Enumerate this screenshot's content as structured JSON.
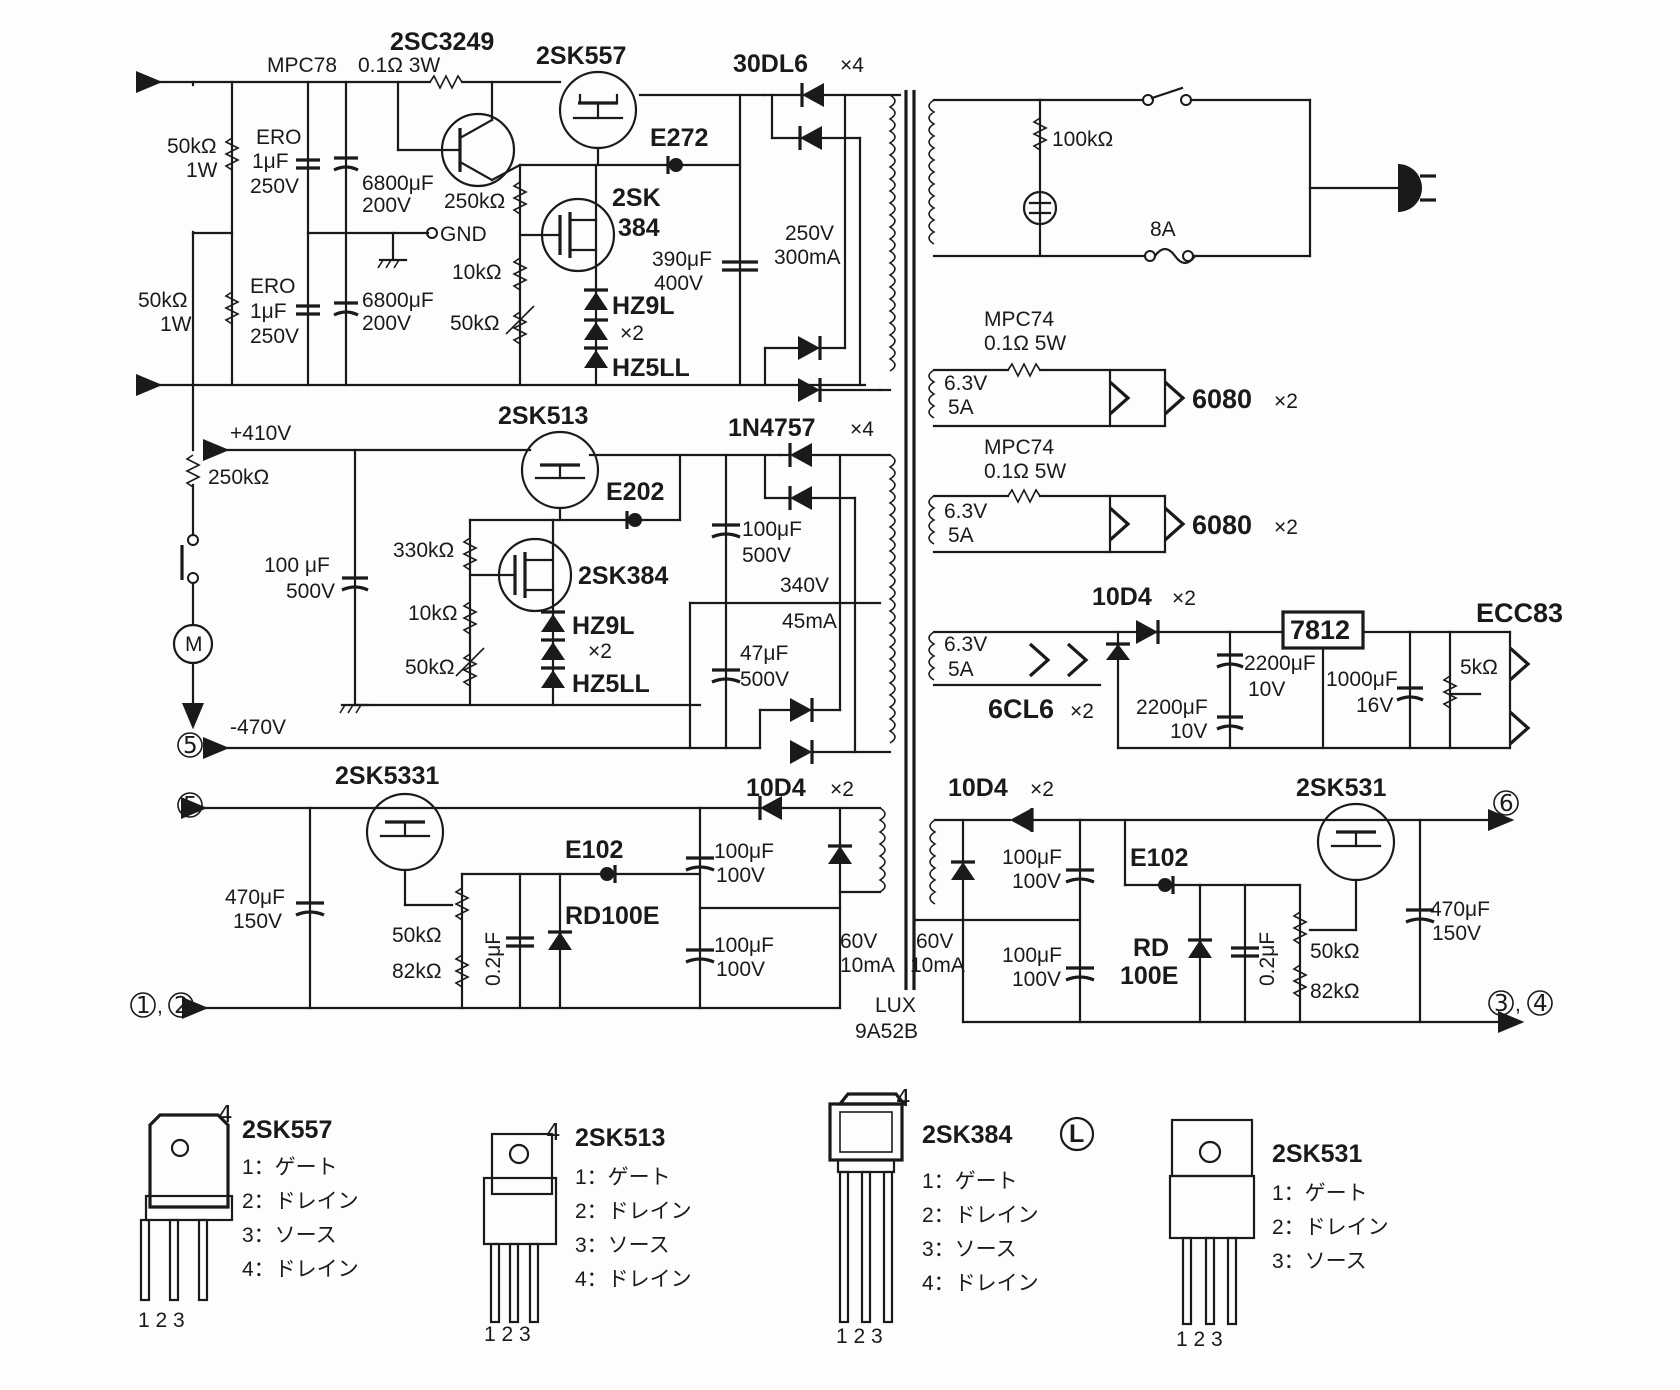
{
  "top_supply": {
    "regulator_label": "MPC78",
    "r_sense": "0.1Ω 3W",
    "q1": "2SC3249",
    "q2": "2SK557",
    "rect": "30DL6",
    "rect_count": "×4",
    "e": "E272",
    "q3_a": "2SK",
    "q3_b": "384",
    "r1": "50kΩ",
    "r1w": "1W",
    "ero1": "ERO",
    "c1": "1μF",
    "c1v": "250V",
    "c2": "6800μF",
    "c2v": "200V",
    "gnd": "GND",
    "r2": "50kΩ",
    "r2w": "1W",
    "ero2": "ERO",
    "c3": "1μF",
    "c3v": "250V",
    "c4": "6800μF",
    "c4v": "200V",
    "r250": "250kΩ",
    "r10": "10kΩ",
    "vr50": "50kΩ",
    "z1": "HZ9L",
    "zx2": "×2",
    "z2": "HZ5LL",
    "c5": "390μF",
    "c5v": "400V",
    "sec_v": "250V",
    "sec_a": "300mA"
  },
  "mains": {
    "r": "100kΩ",
    "fuse": "8A"
  },
  "heater1": {
    "reg": "MPC74",
    "r": "0.1Ω 5W",
    "v": "6.3V",
    "a": "5A",
    "tube": "6080",
    "count": "×2"
  },
  "heater2": {
    "reg": "MPC74",
    "r": "0.1Ω 5W",
    "v": "6.3V",
    "a": "5A",
    "tube": "6080",
    "count": "×2"
  },
  "mid_supply": {
    "vout": "+410V",
    "q1": "2SK513",
    "rect": "1N4757",
    "rect_count": "×4",
    "e": "E202",
    "q2": "2SK384",
    "r250": "250kΩ",
    "c1": "100 μF",
    "c1v": "500V",
    "r330": "330kΩ",
    "r10": "10kΩ",
    "vr50": "50kΩ",
    "z1": "HZ9L",
    "zx2": "×2",
    "z2": "HZ5LL",
    "c2": "100μF",
    "c2v": "500V",
    "c3": "47μF",
    "c3v": "500V",
    "sec_v": "340V",
    "sec_a": "45mA",
    "vneg": "-470V",
    "motor": "M",
    "node5": "5"
  },
  "ecc_heater": {
    "rect": "10D4",
    "rect_count": "×2",
    "v": "6.3V",
    "a": "5A",
    "reg": "7812",
    "tube": "ECC83",
    "tube2": "6CL6",
    "tube2_count": "×2",
    "c1": "2200μF",
    "c1v": "10V",
    "c2": "2200μF",
    "c2v": "10V",
    "c3": "1000μF",
    "c3v": "16V",
    "vr": "5kΩ"
  },
  "bias_left": {
    "q": "2SK5331",
    "rect": "10D4",
    "rect_count": "×2",
    "node5": "5",
    "e": "E102",
    "z": "RD100E",
    "c1": "470μF",
    "c1v": "150V",
    "vr": "50kΩ",
    "r82": "82kΩ",
    "c02": "0.2μF",
    "c2": "100μF",
    "c2v": "100V",
    "c3": "100μF",
    "c3v": "100V",
    "sec_v": "60V",
    "sec_a": "10mA",
    "out_a": "1",
    "out_b": "2"
  },
  "bias_right": {
    "q": "2SK531",
    "rect": "10D4",
    "rect_count": "×2",
    "node6": "6",
    "e": "E102",
    "z_a": "RD",
    "z_b": "100E",
    "c1": "470μF",
    "c1v": "150V",
    "vr": "50kΩ",
    "r82": "82kΩ",
    "c02": "0.2μF",
    "c2": "100μF",
    "c2v": "100V",
    "c3": "100μF",
    "c3v": "100V",
    "sec_v": "60V",
    "sec_a": "10mA",
    "out_a": "3",
    "out_b": "4"
  },
  "transformer": {
    "maker": "LUX",
    "model": "9A52B"
  },
  "packages": [
    {
      "name": "2SK557",
      "pins": [
        "1：ゲート",
        "2：ドレイン",
        "3：ソース",
        "4：ドレイン"
      ],
      "tab": "4",
      "legs": "1 2 3"
    },
    {
      "name": "2SK513",
      "pins": [
        "1：ゲート",
        "2：ドレイン",
        "3：ソース",
        "4：ドレイン"
      ],
      "tab": "4",
      "legs": "1 2 3"
    },
    {
      "name": "2SK384",
      "badge": "L",
      "pins": [
        "1：ゲート",
        "2：ドレイン",
        "3：ソース",
        "4：ドレイン"
      ],
      "tab": "4",
      "legs": "1 2 3"
    },
    {
      "name": "2SK531",
      "pins": [
        "1：ゲート",
        "2：ドレイン",
        "3：ソース"
      ],
      "legs": "1 2 3"
    }
  ]
}
